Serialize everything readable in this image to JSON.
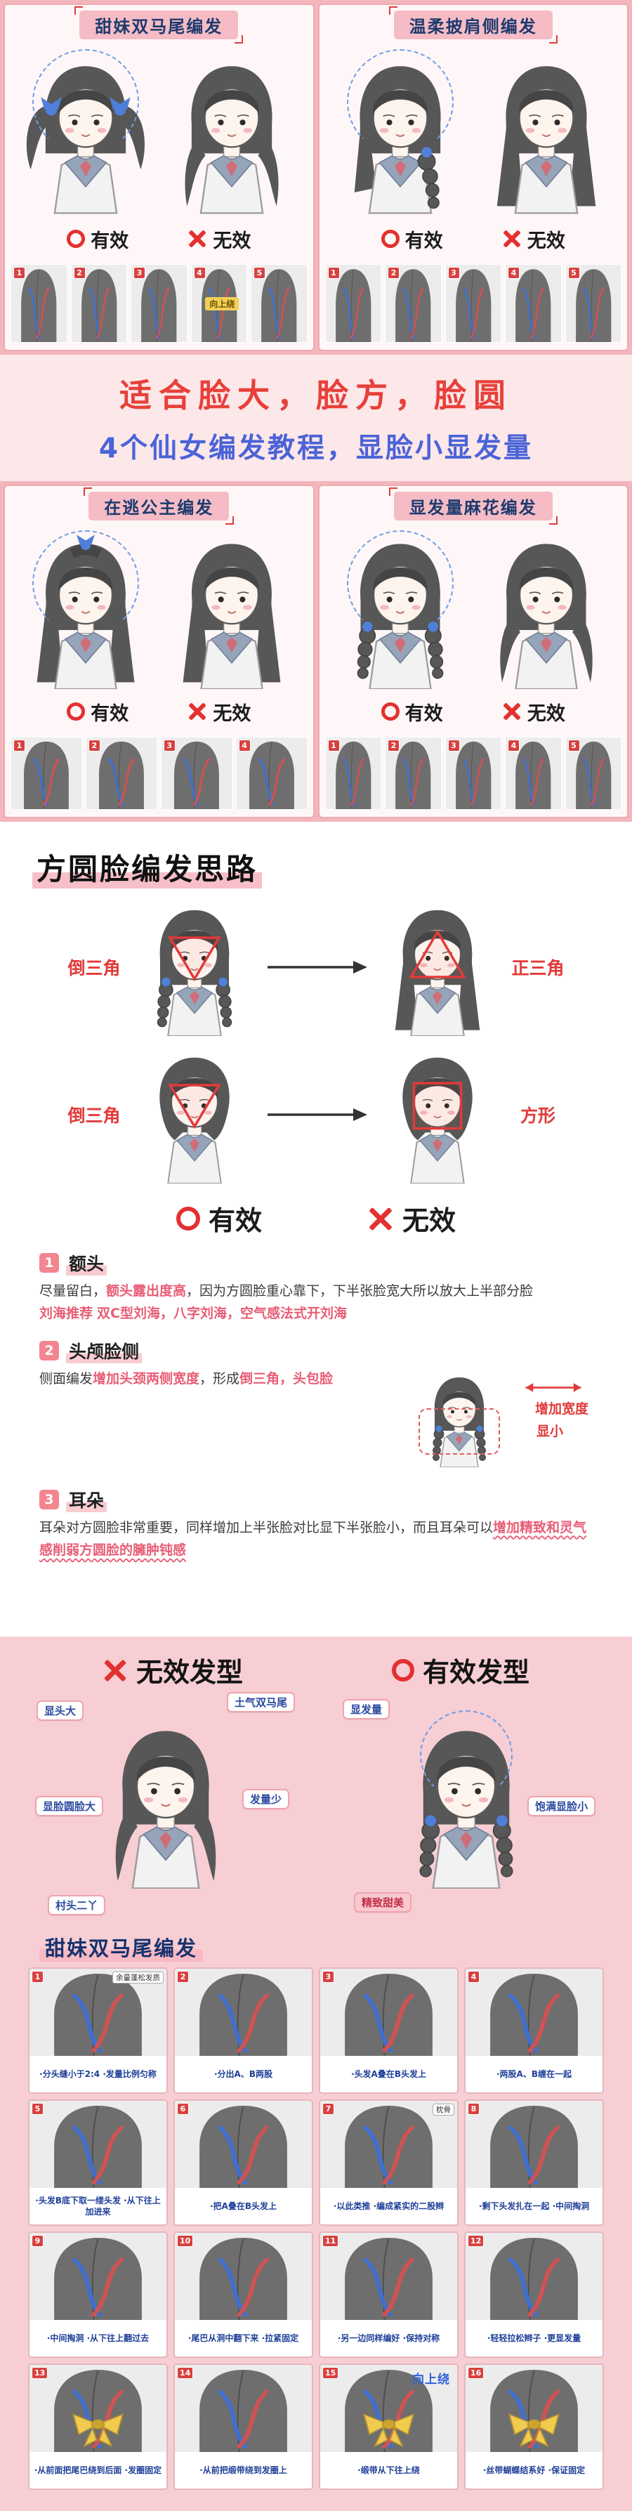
{
  "labels": {
    "valid": "有效",
    "invalid": "无效"
  },
  "icons": {
    "valid": "red-circle-outline",
    "invalid": "red-cross"
  },
  "panels": [
    {
      "title": "甜妹双马尾编发",
      "strip_note": "向上绕",
      "steps": [
        {
          "num": "1"
        },
        {
          "num": "2"
        },
        {
          "num": "3"
        },
        {
          "num": "4"
        },
        {
          "num": "5"
        }
      ]
    },
    {
      "title": "温柔披肩侧编发",
      "steps": [
        {
          "num": "1"
        },
        {
          "num": "2"
        },
        {
          "num": "3"
        },
        {
          "num": "4"
        },
        {
          "num": "5"
        }
      ]
    },
    {
      "title": "在逃公主编发",
      "steps": [
        {
          "num": "1"
        },
        {
          "num": "2"
        },
        {
          "num": "3"
        },
        {
          "num": "4"
        }
      ]
    },
    {
      "title": "显发量麻花编发",
      "steps": [
        {
          "num": "1"
        },
        {
          "num": "2"
        },
        {
          "num": "3"
        },
        {
          "num": "4"
        },
        {
          "num": "5"
        }
      ]
    }
  ],
  "banner": {
    "line1": "适合脸大，脸方，脸圆",
    "line2": "4个仙女编发教程，显脸小显发量"
  },
  "ideas": {
    "title": "方圆脸编发思路",
    "row1_left_label": "倒三角",
    "row1_right_label": "正三角",
    "row2_left_label": "倒三角",
    "row2_right_label": "方形",
    "tip1": {
      "num": "1",
      "heading": "额头",
      "t1": "尽量留白，",
      "hl1": "额头露出度高",
      "t2": "，因为方圆脸重心靠下，下半张脸宽大所以放大上半部分脸",
      "lead": "刘海推荐",
      "hl2": "双C型刘海，八字刘海，空气感法式开刘海"
    },
    "tip2": {
      "num": "2",
      "heading": "头颅脸侧",
      "t1": "侧面编发",
      "hl1": "增加头颈两侧宽度",
      "t2": "，形成",
      "hl2": "倒三角，头包脸",
      "ann1": "增加宽度",
      "ann2": "显小"
    },
    "tip3": {
      "num": "3",
      "heading": "耳朵",
      "t1": "耳朵对方圆脸非常重要，同样增加上半张脸对比显下半张脸小，而且耳朵",
      "t2": "可以",
      "hl1": "增加精致和灵气感削弱方圆脸的臃肿钝感"
    }
  },
  "compare": {
    "bad_title": "无效发型",
    "good_title": "有效发型",
    "bad_callouts": [
      "显头大",
      "土气双马尾",
      "显脸圆脸大",
      "发量少",
      "村头二丫"
    ],
    "good_callouts": [
      "显发量",
      "饱满显脸小",
      "精致甜美"
    ]
  },
  "tutorial": {
    "title": "甜妹双马尾编发",
    "steps": [
      {
        "num": "1",
        "art": "back",
        "caption": "·分头缝小于2:4 ·发量比例匀称",
        "note": "余量蓬松发质"
      },
      {
        "num": "2",
        "art": "back",
        "caption": "·分出A、B两股"
      },
      {
        "num": "3",
        "art": "back",
        "caption": "·头发A叠在B头发上"
      },
      {
        "num": "4",
        "art": "back",
        "caption": "·两股A、B缠在一起"
      },
      {
        "num": "5",
        "art": "back",
        "caption": "·头发B底下取一缕头发 ·从下往上加进来"
      },
      {
        "num": "6",
        "art": "back",
        "caption": "·把A叠在B头发上"
      },
      {
        "num": "7",
        "art": "back",
        "caption": "·以此类推 ·编成紧实的二股辫",
        "note": "枕骨"
      },
      {
        "num": "8",
        "art": "back",
        "caption": "·剩下头发扎在一起 ·中间掏洞"
      },
      {
        "num": "9",
        "art": "back",
        "caption": "·中间掏洞 ·从下往上翻过去"
      },
      {
        "num": "10",
        "art": "back",
        "caption": "·尾巴从洞中翻下来 ·拉紧固定"
      },
      {
        "num": "11",
        "art": "back",
        "caption": "·另一边同样编好 ·保持对称"
      },
      {
        "num": "12",
        "art": "back",
        "caption": "·轻轻拉松辫子 ·更显发量"
      },
      {
        "num": "13",
        "art": "back-bow",
        "caption": "·从前面把尾巴绕到后面 ·发圈固定"
      },
      {
        "num": "14",
        "art": "back",
        "caption": "·从前把缎带绕到发圈上"
      },
      {
        "num": "15",
        "art": "back-bow",
        "caption": "·缎带从下往上绕",
        "blue_note": "向上绕"
      },
      {
        "num": "16",
        "art": "back-bow",
        "caption": "·丝带蝴蝶结系好 ·保证固定"
      }
    ]
  }
}
